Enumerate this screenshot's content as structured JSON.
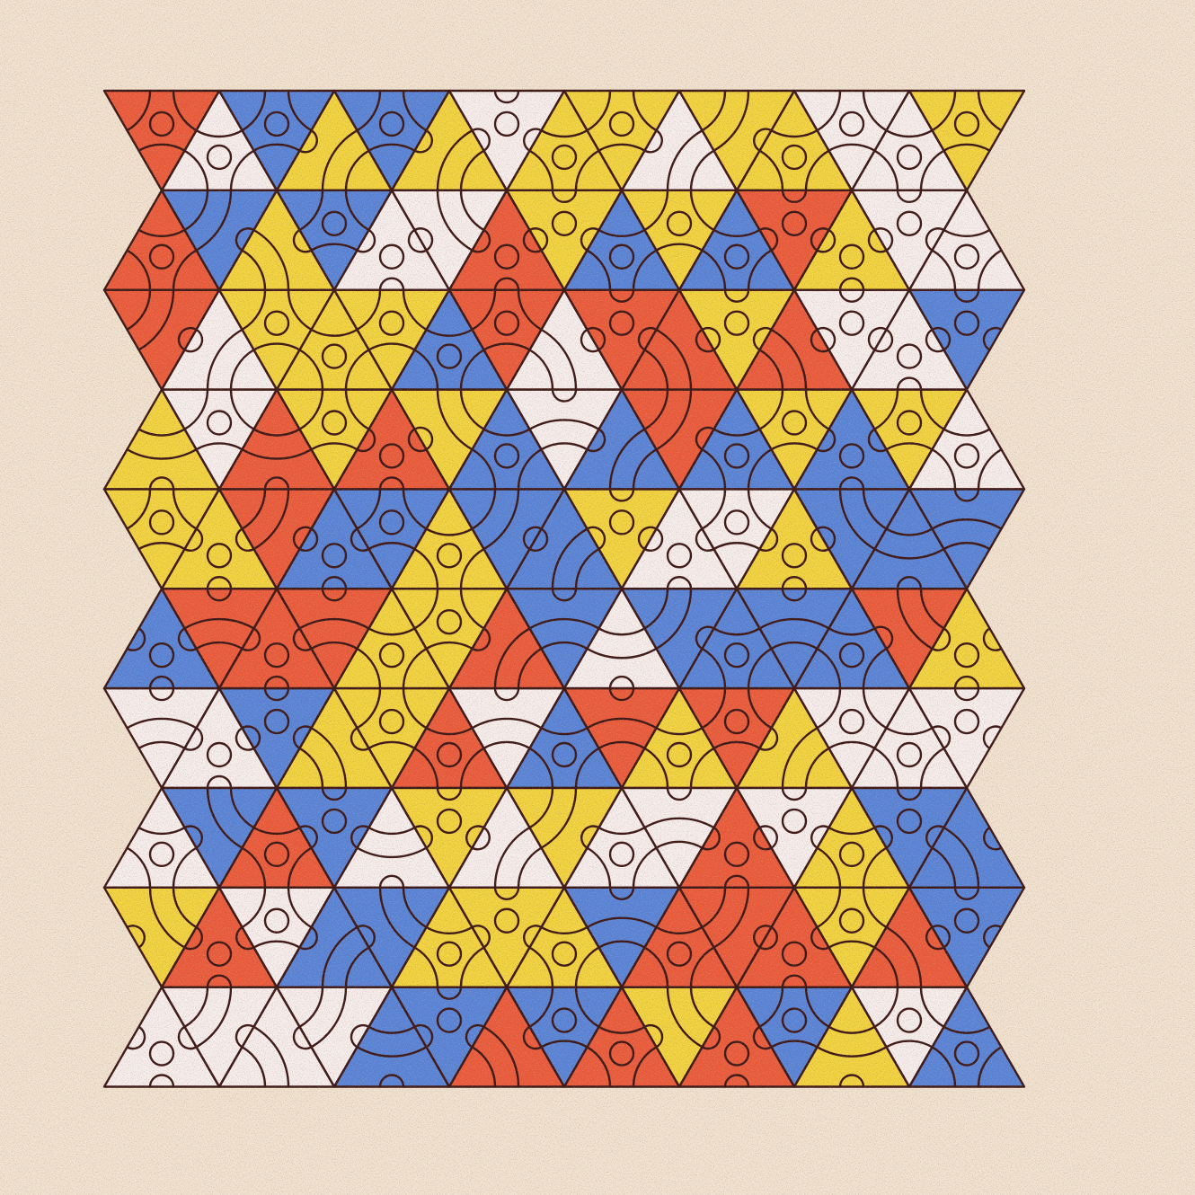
{
  "palette": {
    "background": "#f2e3d0",
    "red": "#eb5b3a",
    "blue": "#5884d8",
    "yellow": "#f3d43d",
    "white": "#f7efed",
    "line": "#3a1513"
  },
  "tiles": [
    [
      "red",
      "white",
      "blue",
      "yellow",
      "blue",
      "yellow",
      "white",
      "yellow",
      "yellow",
      "white",
      "yellow",
      "yellow",
      "white",
      "white",
      "yellow"
    ],
    [
      "red",
      "blue",
      "yellow",
      "blue",
      "white",
      "white",
      "red",
      "yellow",
      "blue",
      "yellow",
      "blue",
      "red",
      "yellow",
      "white",
      "white"
    ],
    [
      "red",
      "white",
      "yellow",
      "yellow",
      "yellow",
      "blue",
      "red",
      "white",
      "red",
      "red",
      "yellow",
      "red",
      "white",
      "white",
      "blue"
    ],
    [
      "yellow",
      "white",
      "red",
      "yellow",
      "red",
      "yellow",
      "blue",
      "white",
      "blue",
      "red",
      "blue",
      "yellow",
      "blue",
      "yellow",
      "white"
    ],
    [
      "yellow",
      "yellow",
      "red",
      "blue",
      "blue",
      "yellow",
      "blue",
      "blue",
      "yellow",
      "white",
      "white",
      "yellow",
      "blue",
      "blue",
      "blue"
    ],
    [
      "blue",
      "red",
      "red",
      "red",
      "yellow",
      "yellow",
      "red",
      "blue",
      "white",
      "blue",
      "blue",
      "blue",
      "blue",
      "red",
      "yellow"
    ],
    [
      "white",
      "white",
      "blue",
      "yellow",
      "yellow",
      "red",
      "white",
      "blue",
      "red",
      "yellow",
      "red",
      "yellow",
      "white",
      "white",
      "white"
    ],
    [
      "white",
      "blue",
      "red",
      "blue",
      "white",
      "yellow",
      "white",
      "yellow",
      "white",
      "white",
      "red",
      "white",
      "yellow",
      "blue",
      "blue"
    ],
    [
      "yellow",
      "red",
      "white",
      "blue",
      "blue",
      "yellow",
      "yellow",
      "yellow",
      "blue",
      "red",
      "red",
      "red",
      "yellow",
      "red",
      "blue"
    ],
    [
      "white",
      "white",
      "white",
      "white",
      "blue",
      "blue",
      "red",
      "blue",
      "red",
      "yellow",
      "red",
      "blue",
      "yellow",
      "white",
      "blue"
    ]
  ]
}
